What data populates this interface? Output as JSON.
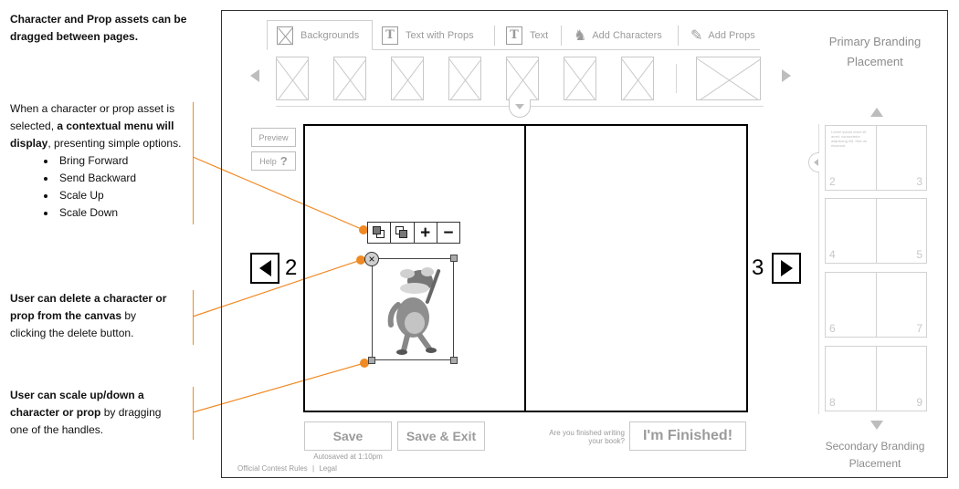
{
  "annotations": {
    "drag": "Character and Prop assets can be dragged between pages.",
    "menu_pre": "When a character or prop asset is selected, ",
    "menu_bold": "a contextual menu will display",
    "menu_post": ", presenting simple options.",
    "menu_options": [
      "Bring Forward",
      "Send Backward",
      "Scale Up",
      "Scale Down"
    ],
    "delete_bold": "User can delete a character or prop from the canvas",
    "delete_post": " by clicking the delete button.",
    "scale_bold": "User can scale up/down a character or prop",
    "scale_post": " by dragging one of the handles."
  },
  "tabs": [
    {
      "label": "Backgrounds",
      "icon": "image-placeholder-icon"
    },
    {
      "label": "Text with Props",
      "icon": "text-icon"
    },
    {
      "label": "Text",
      "icon": "text-icon"
    },
    {
      "label": "Add Characters",
      "icon": "character-icon"
    },
    {
      "label": "Add Props",
      "icon": "prop-icon"
    }
  ],
  "sidebar_buttons": {
    "preview": "Preview",
    "help": "Help",
    "help_icon": "?"
  },
  "pages": {
    "left": "2",
    "right": "3"
  },
  "context_menu": {
    "scale_up": "+",
    "scale_down": "−"
  },
  "delete_glyph": "×",
  "buttons": {
    "save": "Save",
    "save_exit": "Save & Exit",
    "finished": "I'm Finished!",
    "finished_question": "Are you finished writing your book?"
  },
  "autosave": "Autosaved at 1:10pm",
  "footer": {
    "rules": "Official Contest Rules",
    "separator": "|",
    "legal": "Legal"
  },
  "branding": {
    "primary": "Primary Branding Placement",
    "secondary": "Secondary Branding Placement"
  },
  "page_thumbs": [
    {
      "left": "2",
      "right": "3",
      "text": "Lorem ipsum dolor sit amet, consectetur adipiscing elit. Sed do eiusmod."
    },
    {
      "left": "4",
      "right": "5"
    },
    {
      "left": "6",
      "right": "7"
    },
    {
      "left": "8",
      "right": "9"
    }
  ],
  "colors": {
    "accent": "#f08a24",
    "wire": "#c8c8c8"
  }
}
